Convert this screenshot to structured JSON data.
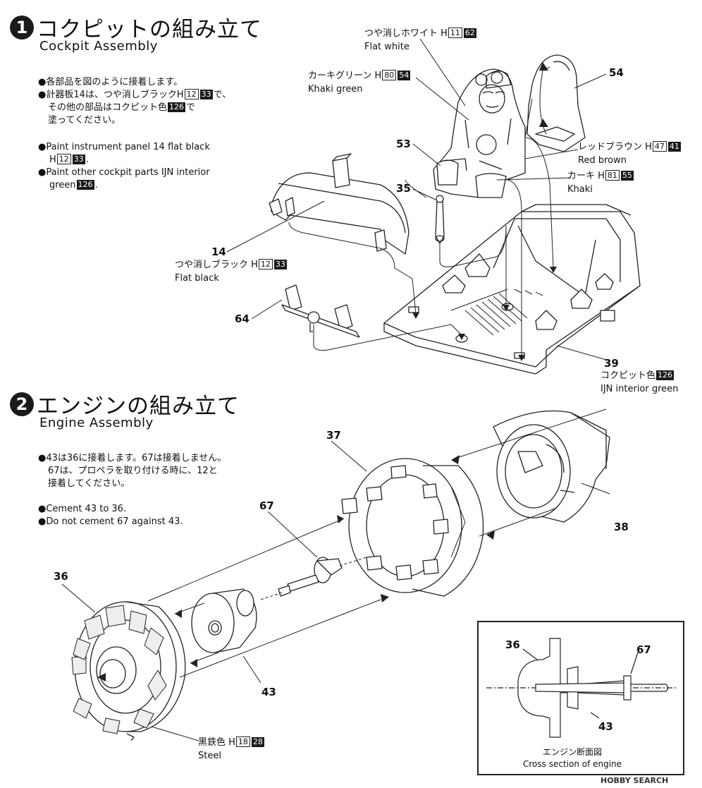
{
  "step1": {
    "number": "1",
    "title_jp": "コクピットの組み立て",
    "title_en": "Cockpit Assembly",
    "notes_jp": [
      "●各部品を図のように接着します。",
      "●計器板14は、つや消しブラックH",
      "で、",
      "その他の部品はコクピット色",
      "で",
      "塗ってください。"
    ],
    "notes_en": [
      "●Paint instrument panel 14 flat black",
      "H",
      ".",
      "●Paint other cockpit parts IJN interior",
      "green",
      "."
    ]
  },
  "step2": {
    "number": "2",
    "title_jp": "エンジンの組み立て",
    "title_en": "Engine Assembly",
    "notes_jp": [
      "●43は36に接着します。67は接着しません。",
      "67は、プロペラを取り付ける時に、12と",
      "接着してください。"
    ],
    "notes_en": [
      "●Cement 43 to 36.",
      "●Do not cement 67 against 43."
    ]
  },
  "colors": {
    "flat_white": {
      "jp": "つや消しホワイト H",
      "en": "Flat white",
      "h": "11",
      "c": "62"
    },
    "khaki_green": {
      "jp": "カーキグリーン H",
      "en": "Khaki green",
      "h": "80",
      "c": "54"
    },
    "red_brown": {
      "jp": "レッドブラウン H",
      "en": "Red brown",
      "h": "47",
      "c": "41"
    },
    "khaki": {
      "jp": "カーキ H",
      "en": "Khaki",
      "h": "81",
      "c": "55"
    },
    "flat_black": {
      "jp": "つや消しブラック H",
      "en": "Flat black",
      "h": "12",
      "c": "33"
    },
    "cockpit": {
      "jp": "コクピット色",
      "en": "IJN interior green",
      "c": "126"
    },
    "steel": {
      "jp": "黒鉄色 H",
      "en": "Steel",
      "h": "18",
      "c": "28"
    }
  },
  "parts": {
    "p54": "54",
    "p53": "53",
    "p35": "35",
    "p14": "14",
    "p64": "64",
    "p39": "39",
    "p37": "37",
    "p38": "38",
    "p67": "67",
    "p36": "36",
    "p43": "43"
  },
  "cross_section": {
    "p36": "36",
    "p67": "67",
    "p43": "43",
    "caption_jp": "エンジン断面図",
    "caption_en": "Cross section of engine"
  },
  "watermark": "HOBBY SEARCH"
}
